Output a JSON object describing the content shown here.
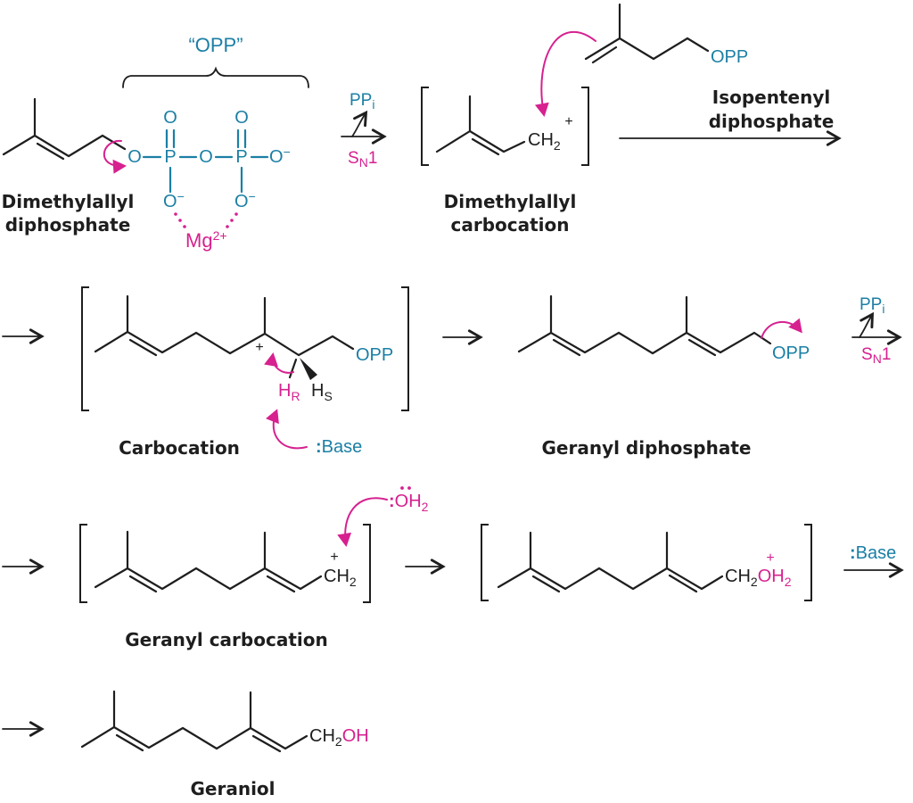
{
  "palette": {
    "teal": "#1b7fa5",
    "magenta": "#d6218f",
    "ink": "#1e1e1e",
    "background": "#ffffff"
  },
  "opp_overbrace": {
    "label": "“OPP”"
  },
  "dmapp": {
    "o_ester": "O",
    "p1": "P",
    "o_bridge": "O",
    "p2": "P",
    "o_term": "O",
    "o_term_sup": "−",
    "o_dbl1": "O",
    "o_dbl2": "O",
    "o_neg1": "O",
    "o_neg1_sup": "−",
    "o_neg2": "O",
    "o_neg2_sup": "−",
    "mg": "Mg",
    "mg_sup": "2+",
    "label1": "Dimethylallyl",
    "label2": "diphosphate"
  },
  "arrow1": {
    "ppi": "PP",
    "ppi_sub": "i",
    "sn_s": "S",
    "sn_n": "N",
    "sn_1": "1"
  },
  "dma_cation": {
    "ch": "CH",
    "ch_sub": "2",
    "plus": "+",
    "label1": "Dimethylallyl",
    "label2": "carbocation"
  },
  "ipp": {
    "opp": "OPP",
    "label1": "Isopentenyl",
    "label2": "diphosphate"
  },
  "carbocation": {
    "plus": "+",
    "h_r": "H",
    "h_r_sub": "R",
    "h_s": "H",
    "h_s_sub": "S",
    "opp": "OPP",
    "base_colon": ":",
    "base_word": "Base",
    "label": "Carbocation"
  },
  "gpp": {
    "opp": "OPP",
    "label": "Geranyl diphosphate"
  },
  "arrow2": {
    "ppi": "PP",
    "ppi_sub": "i",
    "sn_s": "S",
    "sn_n": "N",
    "sn_1": "1"
  },
  "g_cation": {
    "water_colon": ":",
    "water_o": "OH",
    "water_sub": "2",
    "plus": "+",
    "ch": "CH",
    "ch_sub": "2",
    "label": "Geranyl carbocation"
  },
  "g_protonated": {
    "ch": "CH",
    "ch_sub": "2",
    "oh": "OH",
    "oh_sub": "2",
    "plus": "+",
    "base_colon": ":",
    "base_word": "Base"
  },
  "geraniol": {
    "ch": "CH",
    "ch_sub": "2",
    "oh": "OH",
    "label": "Geraniol"
  }
}
